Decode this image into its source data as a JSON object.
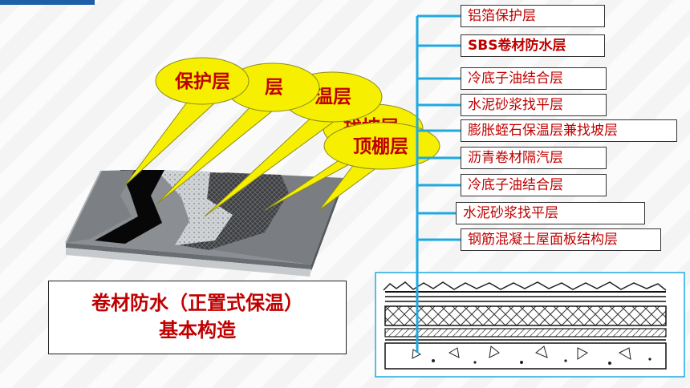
{
  "bubbles": [
    {
      "text": "保护层",
      "visible_text": "保护层"
    },
    {
      "text": "防水层",
      "visible_text": "层"
    },
    {
      "text": "保温层",
      "visible_text": "温层"
    },
    {
      "text": "找坡层",
      "visible_text": "找坡层"
    },
    {
      "text": "顶棚层",
      "visible_text": "顶棚层"
    }
  ],
  "layers": [
    {
      "label": "铝箔保护层"
    },
    {
      "label": "SBS卷材防水层"
    },
    {
      "label": "冷底子油结合层"
    },
    {
      "label": "水泥砂浆找平层"
    },
    {
      "label": "膨胀蛭石保温层兼找坡层"
    },
    {
      "label": "沥青卷材隔汽层"
    },
    {
      "label": "冷底子油结合层"
    },
    {
      "label": "水泥砂浆找平层"
    },
    {
      "label": "钢筋混凝土屋面板结构层"
    }
  ],
  "caption": {
    "line1": "卷材防水（正置式保温）",
    "line2": "基本构造"
  },
  "colors": {
    "bubble_fill": "#f6f000",
    "text_red": "#c00000",
    "leader_blue": "#1ea9e1",
    "corner_blue": "#1f5fa8"
  }
}
